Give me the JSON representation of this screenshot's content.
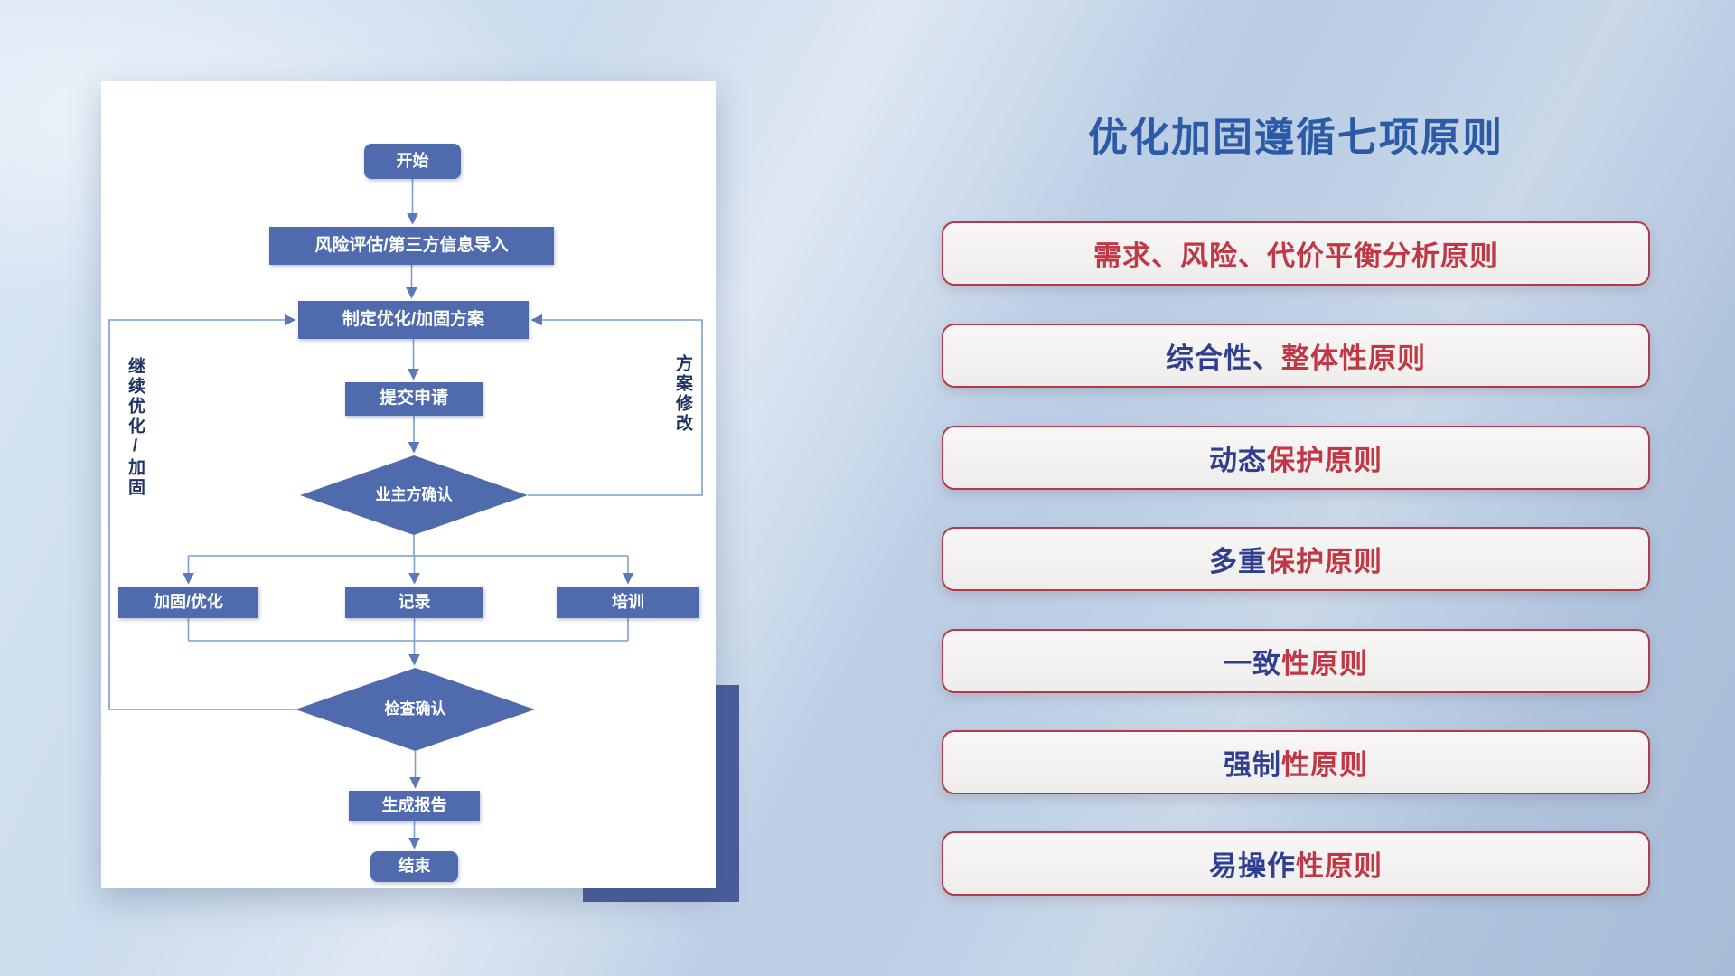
{
  "title": "优化加固遵循七项原则",
  "flowchart": {
    "nodes": {
      "start": "开始",
      "risk_import": "风险评估/第三方信息导入",
      "make_plan": "制定优化/加固方案",
      "submit": "提交申请",
      "owner_confirm": "业主方确认",
      "harden": "加固/优化",
      "record": "记录",
      "train": "培训",
      "check_confirm": "检查确认",
      "report": "生成报告",
      "end": "结束"
    },
    "loop_labels": {
      "left": "继续优化/加固",
      "right": "方案修改"
    }
  },
  "principles": [
    {
      "lead": "",
      "rest": "需求、风险、代价平衡分析原则"
    },
    {
      "lead": "综合性、",
      "rest": "整体性原则"
    },
    {
      "lead": "动态",
      "rest": "保护原则"
    },
    {
      "lead": "多重",
      "rest": "保护原则"
    },
    {
      "lead": "一致",
      "rest": "性原则"
    },
    {
      "lead": "强制",
      "rest": "性原则"
    },
    {
      "lead": "易操作",
      "rest": "性原则"
    }
  ],
  "colors": {
    "title_blue": "#2b5ba6",
    "node_fill": "#4f6bae",
    "connector_line": "#7e9cd0",
    "pill_border": "#b23a48",
    "pill_text_navy": "#2f3e8f",
    "pill_text_red": "#c03746",
    "accent_block_navy": "#4a5d9b"
  }
}
